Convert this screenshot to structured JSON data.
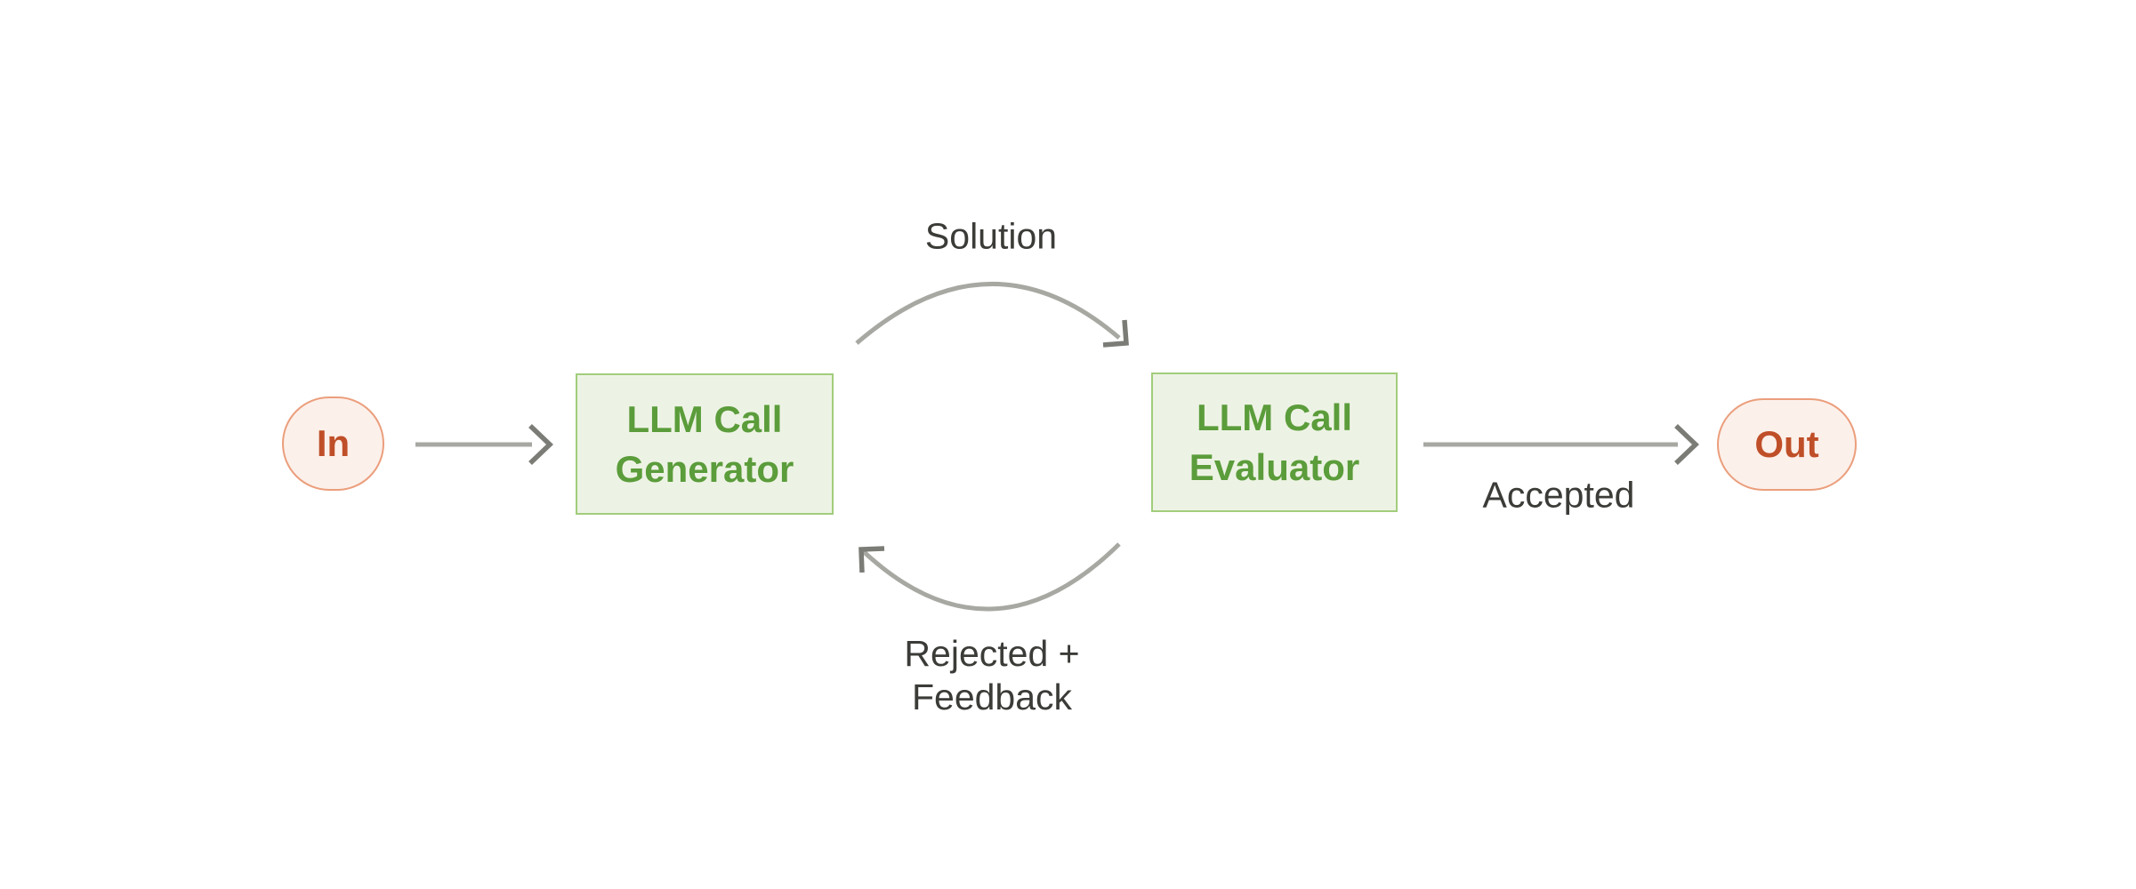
{
  "diagram": {
    "nodes": {
      "input": {
        "label": "In"
      },
      "generator": {
        "label": "LLM Call\nGenerator"
      },
      "evaluator": {
        "label": "LLM Call\nEvaluator"
      },
      "output": {
        "label": "Out"
      }
    },
    "edge_labels": {
      "solution": "Solution",
      "accepted": "Accepted",
      "rejected_feedback": "Rejected +\nFeedback"
    }
  },
  "colors": {
    "background": "#ffffff",
    "green_fill": "#edf3e4",
    "green_border": "#a2cd7c",
    "green_text": "#5b9c3b",
    "pink_fill": "#fcf0ea",
    "pink_border": "#eb9e7c",
    "pink_text": "#bf4f28",
    "label_text": "#3b3b38",
    "arrow_line": "#a8a8a3",
    "arrow_head": "#7c7c77"
  }
}
